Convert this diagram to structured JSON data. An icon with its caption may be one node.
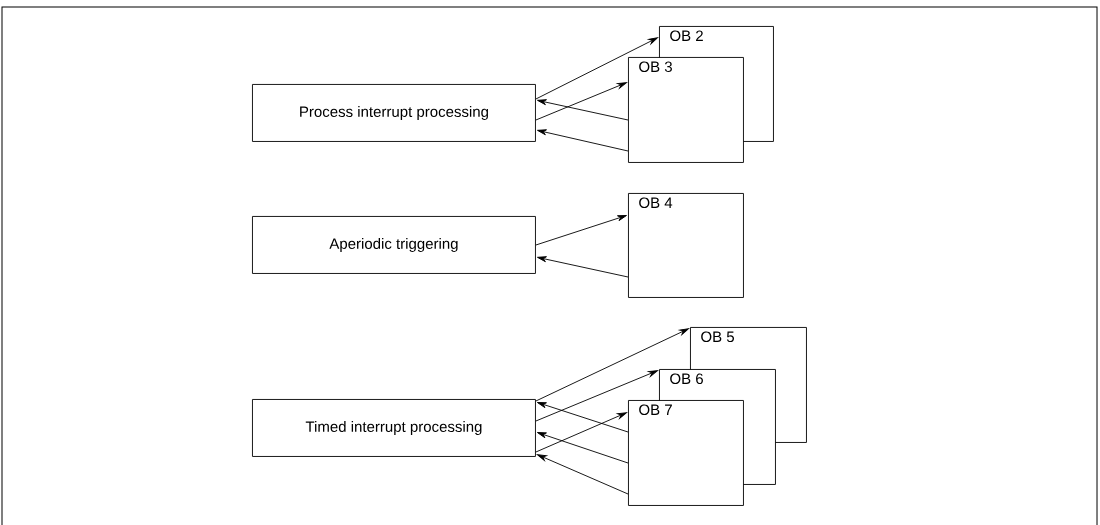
{
  "diagram": {
    "nodes": [
      {
        "text": [
          "Process interrupt processing"
        ]
      },
      {
        "text": [
          "OB 2"
        ]
      },
      {
        "text": [
          "OB 3"
        ]
      },
      {
        "text": [
          "Aperiodic triggering"
        ]
      },
      {
        "text": [
          "OB 4"
        ]
      },
      {
        "text": [
          "Timed interrupt processing"
        ]
      },
      {
        "text": [
          "OB 5"
        ]
      },
      {
        "text": [
          "OB 6"
        ]
      },
      {
        "text": [
          "OB 7"
        ]
      }
    ],
    "edges": [
      {
        "from": 0,
        "to": 1,
        "arrow": "to"
      },
      {
        "from": 0,
        "to": 2,
        "arrow": "to"
      },
      {
        "from": 2,
        "to": 0,
        "arrow": "to"
      },
      {
        "from": 2,
        "to": 0,
        "arrow": "to"
      },
      {
        "from": 3,
        "to": 4,
        "arrow": "to"
      },
      {
        "from": 4,
        "to": 3,
        "arrow": "to"
      },
      {
        "from": 5,
        "to": 6,
        "arrow": "to"
      },
      {
        "from": 5,
        "to": 7,
        "arrow": "to"
      },
      {
        "from": 5,
        "to": 8,
        "arrow": "to"
      },
      {
        "from": 8,
        "to": 5,
        "arrow": "to"
      },
      {
        "from": 8,
        "to": 5,
        "arrow": "to"
      },
      {
        "from": 8,
        "to": 5,
        "arrow": "to"
      }
    ]
  }
}
